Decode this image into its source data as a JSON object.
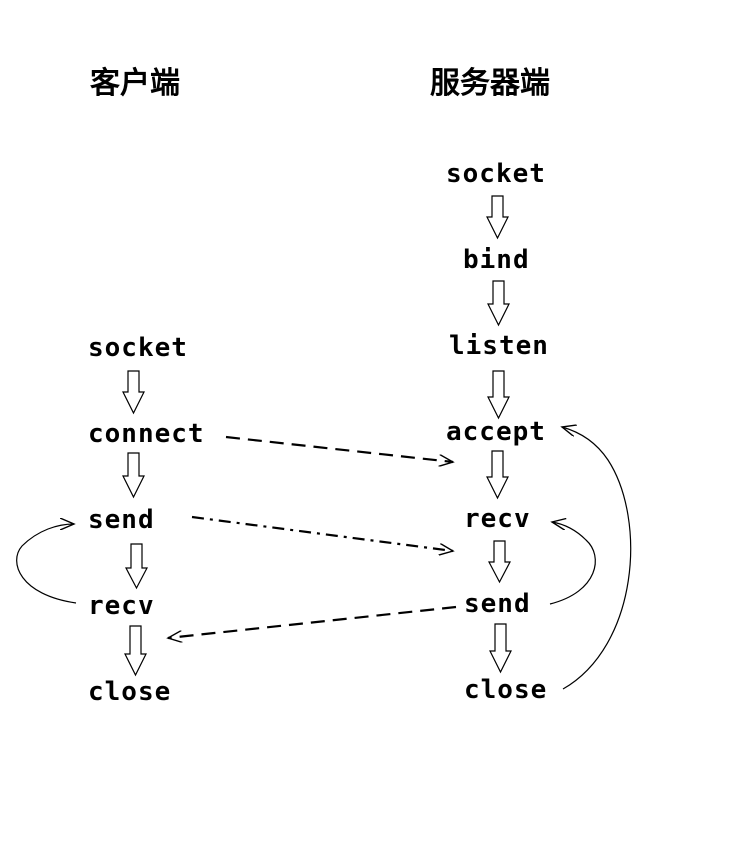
{
  "client": {
    "heading": "客户端",
    "steps": [
      "socket",
      "connect",
      "send",
      "recv",
      "close"
    ]
  },
  "server": {
    "heading": "服务器端",
    "steps": [
      "socket",
      "bind",
      "listen",
      "accept",
      "recv",
      "send",
      "close"
    ]
  },
  "colors": {
    "ink": "#000000",
    "background": "#ffffff"
  }
}
